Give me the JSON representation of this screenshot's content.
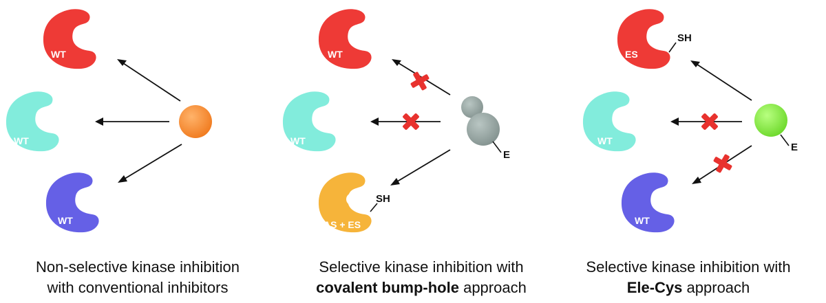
{
  "colors": {
    "wt_red": "#ee3a36",
    "wt_cyan": "#82ecdc",
    "wt_purple": "#6560e6",
    "as_es_orange": "#f6b43a",
    "es_red": "#ee3a36",
    "inhibitor_orange": "#f5842a",
    "inhibitor_grey": "#8c9b98",
    "inhibitor_green": "#7ee43a",
    "block_cross": "#e8322e",
    "arrow": "#111111"
  },
  "panels": [
    {
      "kinases": [
        {
          "label": "WT",
          "color": "wt_red"
        },
        {
          "label": "WT",
          "color": "wt_cyan"
        },
        {
          "label": "WT",
          "color": "wt_purple"
        }
      ],
      "inhibitor": {
        "color": "inhibitor_orange",
        "shape": "sphere"
      },
      "arrows_blocked": [
        false,
        false,
        false
      ],
      "caption_line1": "Non-selective kinase inhibition",
      "caption_line2_bold": "",
      "caption_line2_rest": "with conventional inhibitors"
    },
    {
      "kinases": [
        {
          "label": "WT",
          "color": "wt_red"
        },
        {
          "label": "WT",
          "color": "wt_cyan"
        },
        {
          "label": "AS + ES",
          "color": "as_es_orange",
          "substituent": "SH",
          "hole": true
        }
      ],
      "inhibitor": {
        "color": "inhibitor_grey",
        "shape": "bumped",
        "substituent": "E"
      },
      "arrows_blocked": [
        true,
        true,
        false
      ],
      "caption_line1": "Selective kinase inhibition with",
      "caption_line2_bold": "covalent bump-hole",
      "caption_line2_rest": " approach"
    },
    {
      "kinases": [
        {
          "label": "ES",
          "color": "es_red",
          "substituent": "SH"
        },
        {
          "label": "WT",
          "color": "wt_cyan"
        },
        {
          "label": "WT",
          "color": "wt_purple"
        }
      ],
      "inhibitor": {
        "color": "inhibitor_green",
        "shape": "sphere",
        "substituent": "E"
      },
      "arrows_blocked": [
        false,
        true,
        true
      ],
      "caption_line1": "Selective kinase inhibition with",
      "caption_line2_bold": "Ele-Cys",
      "caption_line2_rest": " approach"
    }
  ]
}
